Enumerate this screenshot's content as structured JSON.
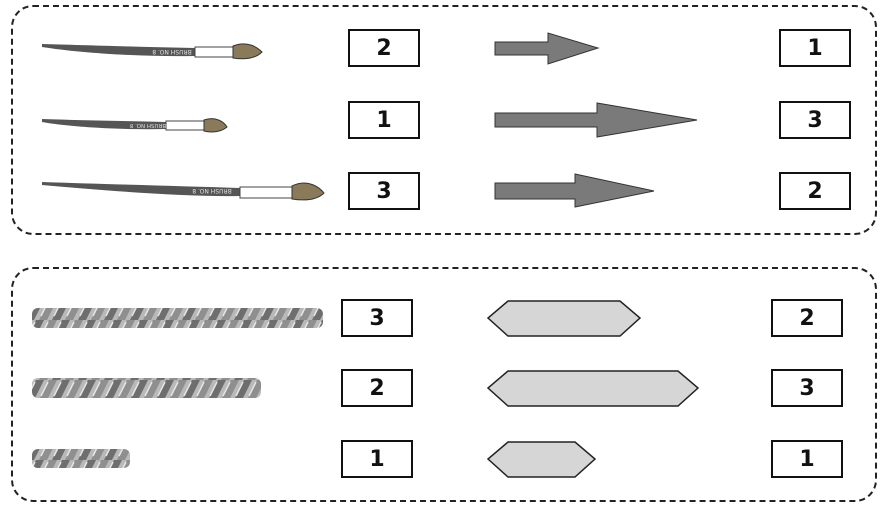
{
  "brushes": {
    "label": "BRUSH NO. 8",
    "rows": [
      {
        "length_rank": "2",
        "arrow_rank": "1"
      },
      {
        "length_rank": "1",
        "arrow_rank": "3"
      },
      {
        "length_rank": "3",
        "arrow_rank": "2"
      }
    ]
  },
  "ropes": {
    "rows": [
      {
        "length_rank": "3",
        "shape_rank": "2"
      },
      {
        "length_rank": "2",
        "shape_rank": "3"
      },
      {
        "length_rank": "1",
        "shape_rank": "1"
      }
    ]
  },
  "colors": {
    "brush_handle": "#555555",
    "arrow_fill": "#7a7a7a",
    "hexagon_fill": "#d6d6d6",
    "rope": "#8a8a8a"
  }
}
